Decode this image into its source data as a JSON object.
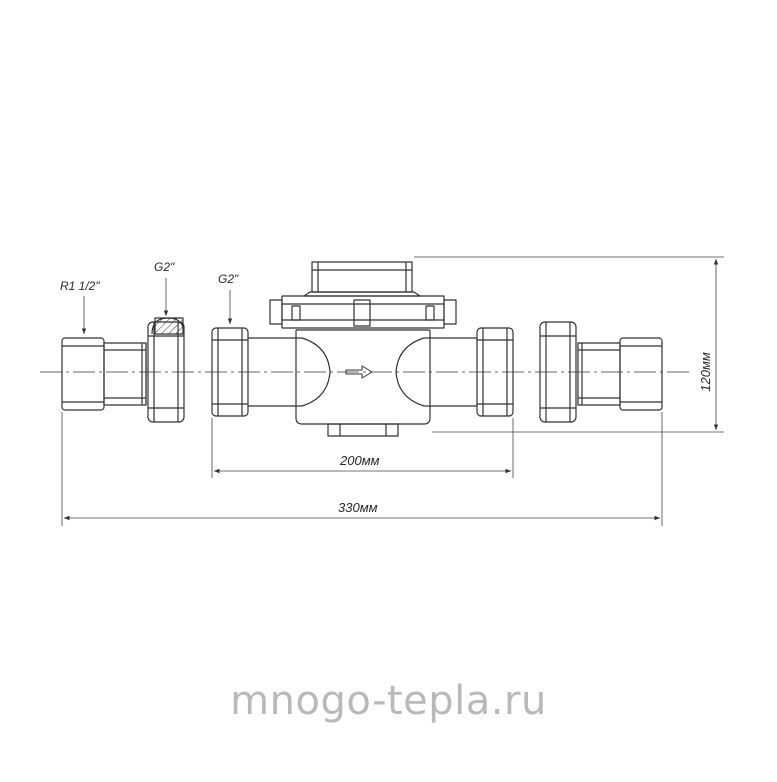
{
  "labels": {
    "thread_r": "R1 1/2\"",
    "thread_g_nut": "G2\"",
    "thread_g_body": "G2\"",
    "dim_width_body": "200мм",
    "dim_width_total": "330мм",
    "dim_height": "120мм"
  },
  "watermark": "mnogo-tepla.ru",
  "colors": {
    "line": "#333333",
    "dim": "#444444",
    "watermark": "#b9b9b9"
  }
}
